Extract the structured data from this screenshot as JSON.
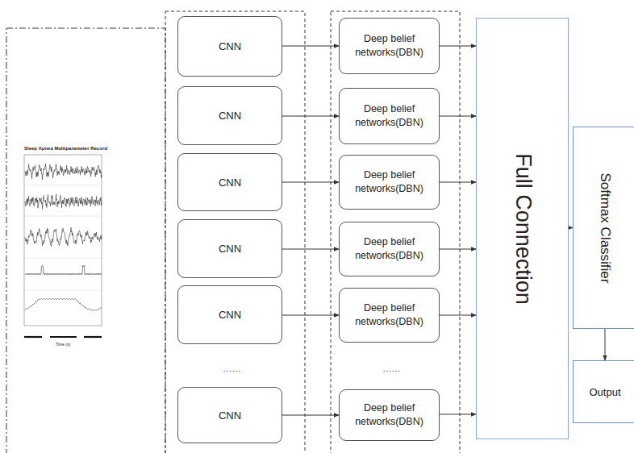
{
  "diagram": {
    "nodes": [
      {
        "text": [
          "CNN"
        ]
      },
      {
        "text": [
          "CNN"
        ]
      },
      {
        "text": [
          "CNN"
        ]
      },
      {
        "text": [
          "CNN"
        ]
      },
      {
        "text": [
          "CNN"
        ]
      },
      {
        "text": [
          "CNN"
        ]
      },
      {
        "text": [
          "Deep belief networks(DBN)"
        ]
      },
      {
        "text": [
          "Deep belief networks(DBN)"
        ]
      },
      {
        "text": [
          "Deep belief networks(DBN)"
        ]
      },
      {
        "text": [
          "Deep belief networks(DBN)"
        ]
      },
      {
        "text": [
          "Deep belief networks(DBN)"
        ]
      },
      {
        "text": [
          "Deep belief networks(DBN)"
        ]
      },
      {
        "text": [
          "Full Connection"
        ]
      },
      {
        "text": [
          "Softmax Classifier"
        ]
      },
      {
        "text": [
          "Output"
        ]
      }
    ],
    "edges": [
      {
        "from": 0,
        "to": 6,
        "arrow": "to"
      },
      {
        "from": 1,
        "to": 7,
        "arrow": "to"
      },
      {
        "from": 2,
        "to": 8,
        "arrow": "to"
      },
      {
        "from": 3,
        "to": 9,
        "arrow": "to"
      },
      {
        "from": 4,
        "to": 10,
        "arrow": "to"
      },
      {
        "from": 5,
        "to": 11,
        "arrow": "to"
      },
      {
        "from": 6,
        "to": 12,
        "arrow": "to"
      },
      {
        "from": 7,
        "to": 12,
        "arrow": "to"
      },
      {
        "from": 8,
        "to": 12,
        "arrow": "to"
      },
      {
        "from": 9,
        "to": 12,
        "arrow": "to"
      },
      {
        "from": 10,
        "to": 12,
        "arrow": "to"
      },
      {
        "from": 11,
        "to": 12,
        "arrow": "to"
      },
      {
        "from": 12,
        "to": 13,
        "arrow": "to"
      },
      {
        "from": 13,
        "to": 14,
        "arrow": "to"
      }
    ],
    "labels": [
      "Sleep Apnea Multiparameter Record",
      "Time (s)",
      "......",
      "......"
    ]
  }
}
